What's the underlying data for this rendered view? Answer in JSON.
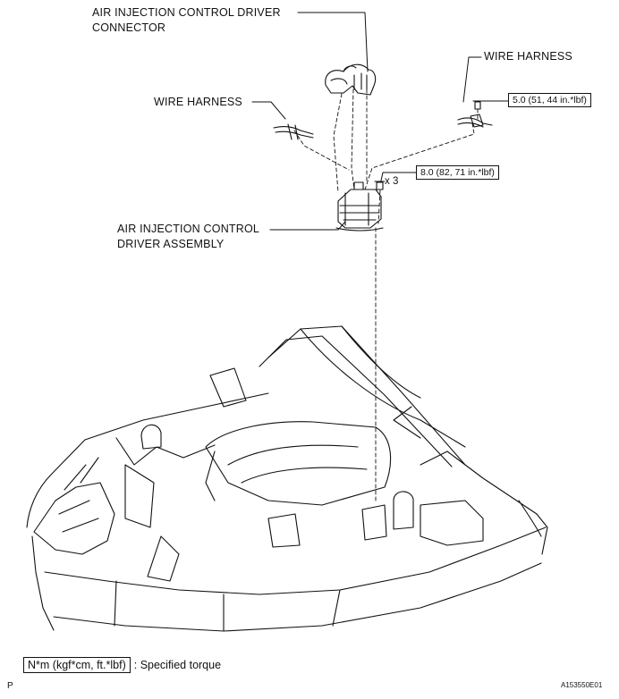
{
  "callouts": {
    "connector": "AIR INJECTION CONTROL DRIVER\nCONNECTOR",
    "wire_harness_right": "WIRE HARNESS",
    "wire_harness_left": "WIRE HARNESS",
    "driver_assembly": "AIR INJECTION CONTROL\nDRIVER ASSEMBLY"
  },
  "torques": {
    "small_bolt": "5.0 (51, 44 in.*lbf)",
    "driver_bolts": "8.0 (82, 71 in.*lbf)",
    "bolt_qty": "x 3"
  },
  "legend": {
    "unit_box": "N*m (kgf*cm, ft.*lbf)",
    "text": ": Specified torque"
  },
  "footer": {
    "left_mark": "P",
    "figure_id": "A153550E01"
  }
}
